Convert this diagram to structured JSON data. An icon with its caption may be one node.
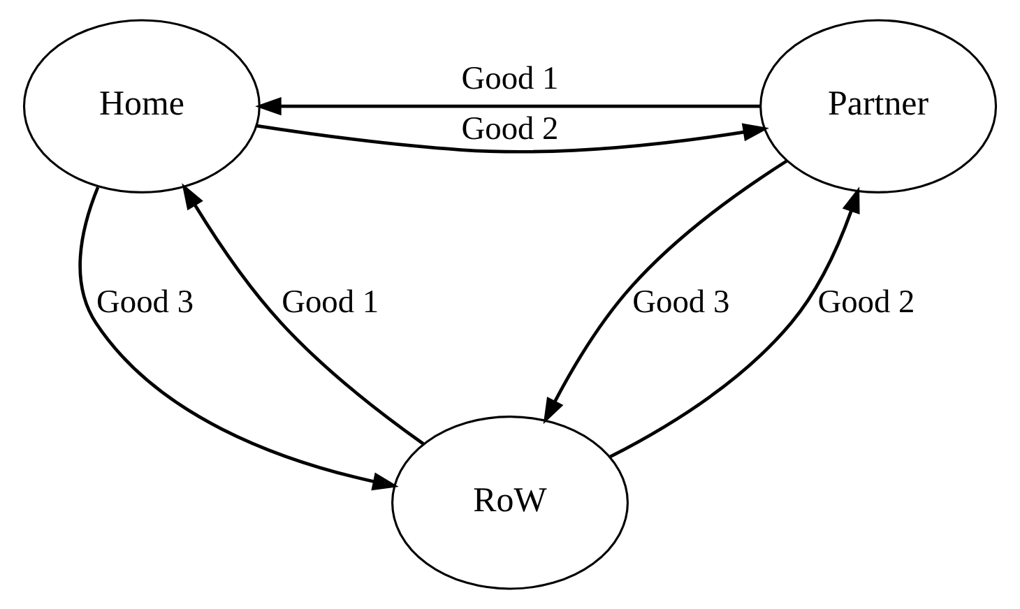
{
  "diagram": {
    "nodes": [
      {
        "text": [
          "Home"
        ]
      },
      {
        "text": [
          "Partner"
        ]
      },
      {
        "text": [
          "RoW"
        ]
      }
    ],
    "edges": [
      {
        "from": 1,
        "to": 0,
        "arrow": "to",
        "label": "Good 1"
      },
      {
        "from": 0,
        "to": 1,
        "arrow": "to",
        "label": "Good 2"
      },
      {
        "from": 2,
        "to": 0,
        "arrow": "to",
        "label": "Good 1"
      },
      {
        "from": 2,
        "to": 1,
        "arrow": "to",
        "label": "Good 2"
      },
      {
        "from": 0,
        "to": 2,
        "arrow": "to",
        "label": "Good 3"
      },
      {
        "from": 1,
        "to": 2,
        "arrow": "to",
        "label": "Good 3"
      }
    ]
  }
}
